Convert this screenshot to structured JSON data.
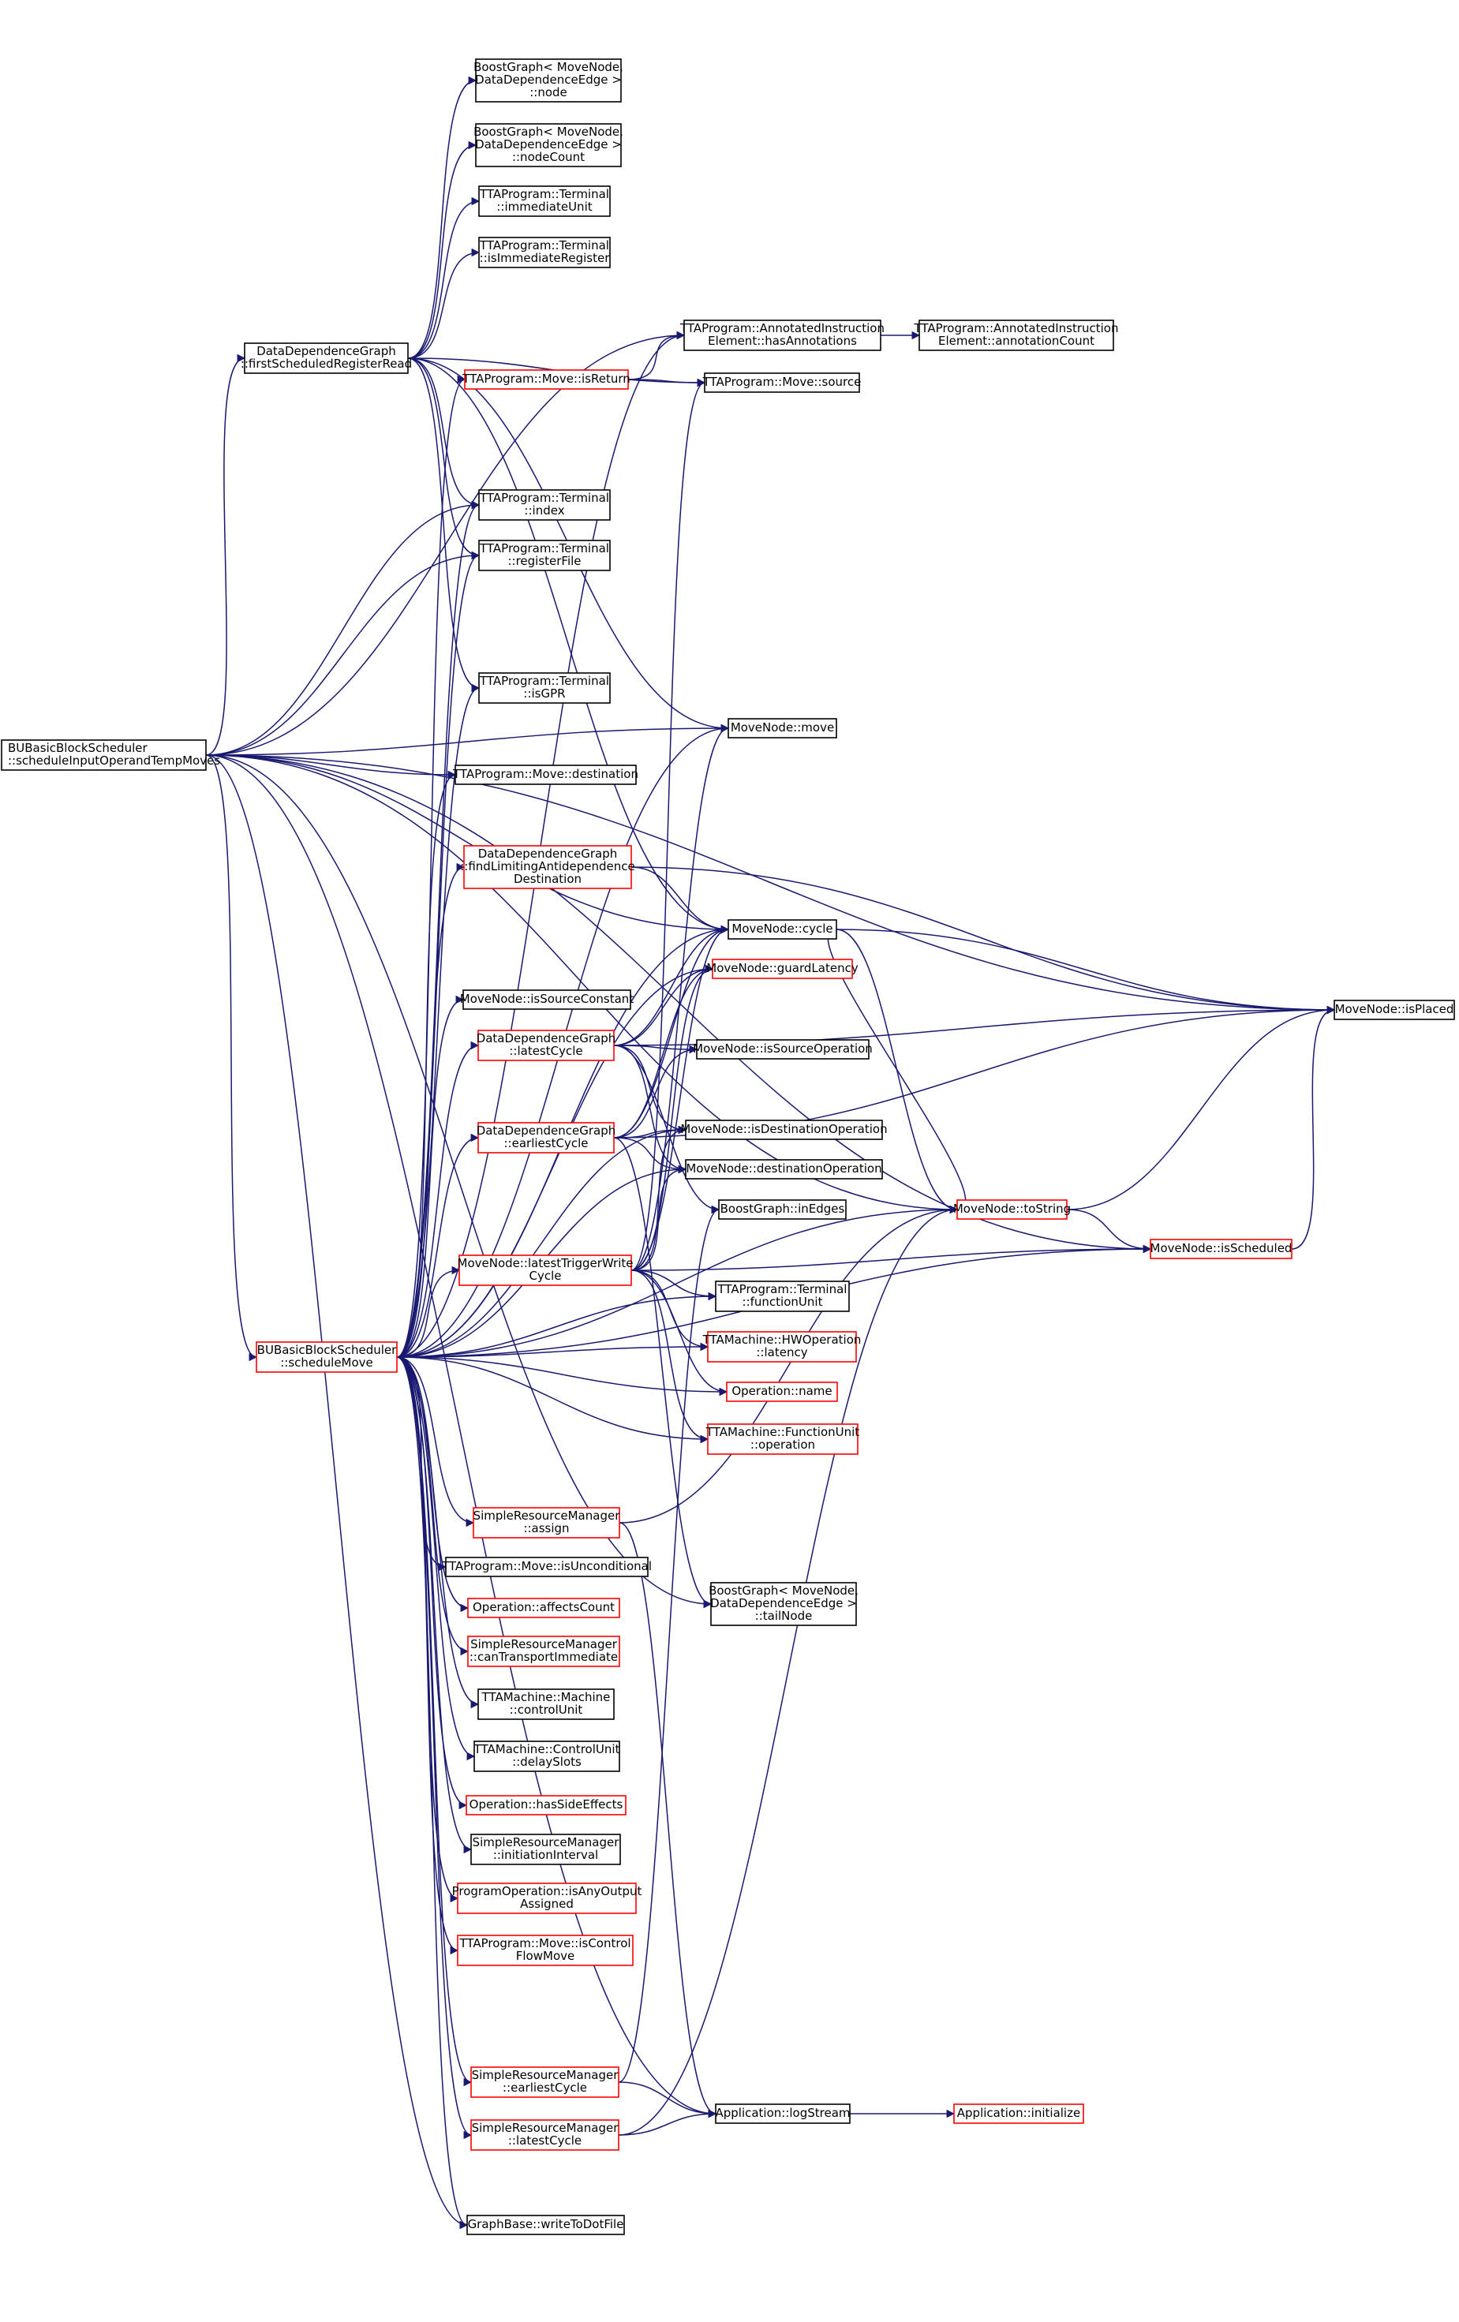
{
  "colors": {
    "edge": "#191970",
    "border_normal": "#000000",
    "border_red": "#ff0000",
    "root_fill": "#bfbfbf",
    "node_fill": "#ffffff",
    "text": "#000000"
  },
  "nodes": [
    {
      "id": "root",
      "lines": [
        "BUBasicBlockScheduler",
        "::scheduleInputOperandTempMoves"
      ],
      "style": "root"
    },
    {
      "id": "bg_node",
      "lines": [
        "BoostGraph< MoveNode,",
        "DataDependenceEdge >",
        "::node"
      ],
      "style": "normal"
    },
    {
      "id": "bg_nodecount",
      "lines": [
        "BoostGraph< MoveNode,",
        "DataDependenceEdge >",
        "::nodeCount"
      ],
      "style": "normal"
    },
    {
      "id": "term_immunit",
      "lines": [
        "TTAProgram::Terminal",
        "::immediateUnit"
      ],
      "style": "normal"
    },
    {
      "id": "term_isimmreg",
      "lines": [
        "TTAProgram::Terminal",
        "::isImmediateRegister"
      ],
      "style": "normal"
    },
    {
      "id": "ddg_firstsched",
      "lines": [
        "DataDependenceGraph",
        "::firstScheduledRegisterRead"
      ],
      "style": "normal"
    },
    {
      "id": "aie_hasann",
      "lines": [
        "TTAProgram::AnnotatedInstruction",
        "Element::hasAnnotations"
      ],
      "style": "normal"
    },
    {
      "id": "aie_anncount",
      "lines": [
        "TTAProgram::AnnotatedInstruction",
        "Element::annotationCount"
      ],
      "style": "normal"
    },
    {
      "id": "move_isreturn",
      "lines": [
        "TTAProgram::Move::isReturn"
      ],
      "style": "red"
    },
    {
      "id": "move_source",
      "lines": [
        "TTAProgram::Move::source"
      ],
      "style": "normal"
    },
    {
      "id": "term_index",
      "lines": [
        "TTAProgram::Terminal",
        "::index"
      ],
      "style": "normal"
    },
    {
      "id": "term_regfile",
      "lines": [
        "TTAProgram::Terminal",
        "::registerFile"
      ],
      "style": "normal"
    },
    {
      "id": "term_isgpr",
      "lines": [
        "TTAProgram::Terminal",
        "::isGPR"
      ],
      "style": "normal"
    },
    {
      "id": "mn_move",
      "lines": [
        "MoveNode::move"
      ],
      "style": "normal"
    },
    {
      "id": "move_destination",
      "lines": [
        "TTAProgram::Move::destination"
      ],
      "style": "normal"
    },
    {
      "id": "ddg_findlimiting",
      "lines": [
        "DataDependenceGraph",
        "::findLimitingAntidependence",
        "Destination"
      ],
      "style": "red"
    },
    {
      "id": "mn_cycle",
      "lines": [
        "MoveNode::cycle"
      ],
      "style": "normal"
    },
    {
      "id": "mn_guardlatency",
      "lines": [
        "MoveNode::guardLatency"
      ],
      "style": "red"
    },
    {
      "id": "mn_issourceconst",
      "lines": [
        "MoveNode::isSourceConstant"
      ],
      "style": "normal"
    },
    {
      "id": "mn_isplaced",
      "lines": [
        "MoveNode::isPlaced"
      ],
      "style": "normal"
    },
    {
      "id": "ddg_latestcycle",
      "lines": [
        "DataDependenceGraph",
        "::latestCycle"
      ],
      "style": "red"
    },
    {
      "id": "mn_issourceop",
      "lines": [
        "MoveNode::isSourceOperation"
      ],
      "style": "normal"
    },
    {
      "id": "ddg_earliestcycle",
      "lines": [
        "DataDependenceGraph",
        "::earliestCycle"
      ],
      "style": "red"
    },
    {
      "id": "mn_isdestop",
      "lines": [
        "MoveNode::isDestinationOperation"
      ],
      "style": "normal"
    },
    {
      "id": "mn_destop",
      "lines": [
        "MoveNode::destinationOperation"
      ],
      "style": "normal"
    },
    {
      "id": "bg_inedges",
      "lines": [
        "BoostGraph::inEdges"
      ],
      "style": "normal"
    },
    {
      "id": "mn_tostring",
      "lines": [
        "MoveNode::toString"
      ],
      "style": "red"
    },
    {
      "id": "mn_latesttrigger",
      "lines": [
        "MoveNode::latestTriggerWrite",
        "Cycle"
      ],
      "style": "red"
    },
    {
      "id": "mn_isscheduled",
      "lines": [
        "MoveNode::isScheduled"
      ],
      "style": "red"
    },
    {
      "id": "term_funcunit",
      "lines": [
        "TTAProgram::Terminal",
        "::functionUnit"
      ],
      "style": "normal"
    },
    {
      "id": "bubs_schedmove",
      "lines": [
        "BUBasicBlockScheduler",
        "::scheduleMove"
      ],
      "style": "red"
    },
    {
      "id": "hwop_latency",
      "lines": [
        "TTAMachine::HWOperation",
        "::latency"
      ],
      "style": "red"
    },
    {
      "id": "op_name",
      "lines": [
        "Operation::name"
      ],
      "style": "red"
    },
    {
      "id": "fu_operation",
      "lines": [
        "TTAMachine::FunctionUnit",
        "::operation"
      ],
      "style": "red"
    },
    {
      "id": "srm_assign",
      "lines": [
        "SimpleResourceManager",
        "::assign"
      ],
      "style": "red"
    },
    {
      "id": "move_isuncond",
      "lines": [
        "TTAProgram::Move::isUnconditional"
      ],
      "style": "normal"
    },
    {
      "id": "bg_tailnode",
      "lines": [
        "BoostGraph< MoveNode,",
        "DataDependenceEdge >",
        "::tailNode"
      ],
      "style": "normal"
    },
    {
      "id": "op_affectscount",
      "lines": [
        "Operation::affectsCount"
      ],
      "style": "red"
    },
    {
      "id": "srm_cantransport",
      "lines": [
        "SimpleResourceManager",
        "::canTransportImmediate"
      ],
      "style": "red"
    },
    {
      "id": "mach_controlunit",
      "lines": [
        "TTAMachine::Machine",
        "::controlUnit"
      ],
      "style": "normal"
    },
    {
      "id": "cu_delayslots",
      "lines": [
        "TTAMachine::ControlUnit",
        "::delaySlots"
      ],
      "style": "normal"
    },
    {
      "id": "op_hassideeffects",
      "lines": [
        "Operation::hasSideEffects"
      ],
      "style": "red"
    },
    {
      "id": "srm_initinterval",
      "lines": [
        "SimpleResourceManager",
        "::initiationInterval"
      ],
      "style": "normal"
    },
    {
      "id": "progop_isanyoutput",
      "lines": [
        "ProgramOperation::isAnyOutput",
        "Assigned"
      ],
      "style": "red"
    },
    {
      "id": "move_isctrlflow",
      "lines": [
        "TTAProgram::Move::isControl",
        "FlowMove"
      ],
      "style": "red"
    },
    {
      "id": "srm_earliestcycle",
      "lines": [
        "SimpleResourceManager",
        "::earliestCycle"
      ],
      "style": "red"
    },
    {
      "id": "app_logstream",
      "lines": [
        "Application::logStream"
      ],
      "style": "normal"
    },
    {
      "id": "app_initialize",
      "lines": [
        "Application::initialize"
      ],
      "style": "red"
    },
    {
      "id": "srm_latestcycle",
      "lines": [
        "SimpleResourceManager",
        "::latestCycle"
      ],
      "style": "red"
    },
    {
      "id": "gb_writetodot",
      "lines": [
        "GraphBase::writeToDotFile"
      ],
      "style": "normal"
    }
  ],
  "edges": [
    [
      "root",
      "ddg_firstsched"
    ],
    [
      "root",
      "aie_hasann"
    ],
    [
      "root",
      "mn_isplaced"
    ],
    [
      "root",
      "term_index"
    ],
    [
      "root",
      "term_regfile"
    ],
    [
      "root",
      "mn_move"
    ],
    [
      "root",
      "mn_cycle"
    ],
    [
      "root",
      "move_destination"
    ],
    [
      "root",
      "mn_tostring"
    ],
    [
      "root",
      "bubs_schedmove"
    ],
    [
      "root",
      "bg_tailnode"
    ],
    [
      "root",
      "app_logstream"
    ],
    [
      "root",
      "mn_isscheduled"
    ],
    [
      "root",
      "gb_writetodot"
    ],
    [
      "ddg_firstsched",
      "bg_node"
    ],
    [
      "ddg_firstsched",
      "bg_nodecount"
    ],
    [
      "ddg_firstsched",
      "term_immunit"
    ],
    [
      "ddg_firstsched",
      "term_isimmreg"
    ],
    [
      "ddg_firstsched",
      "move_source"
    ],
    [
      "ddg_firstsched",
      "term_index"
    ],
    [
      "ddg_firstsched",
      "term_regfile"
    ],
    [
      "ddg_firstsched",
      "term_isgpr"
    ],
    [
      "ddg_firstsched",
      "mn_move"
    ],
    [
      "ddg_firstsched",
      "mn_cycle"
    ],
    [
      "aie_hasann",
      "aie_anncount"
    ],
    [
      "move_isreturn",
      "aie_hasann"
    ],
    [
      "move_isreturn",
      "move_source"
    ],
    [
      "ddg_findlimiting",
      "mn_cycle"
    ],
    [
      "ddg_findlimiting",
      "mn_isplaced"
    ],
    [
      "mn_cycle",
      "mn_isplaced"
    ],
    [
      "mn_cycle",
      "mn_tostring"
    ],
    [
      "ddg_latestcycle",
      "mn_cycle"
    ],
    [
      "ddg_latestcycle",
      "mn_guardlatency"
    ],
    [
      "ddg_latestcycle",
      "mn_isplaced"
    ],
    [
      "ddg_latestcycle",
      "mn_issourceop"
    ],
    [
      "ddg_latestcycle",
      "mn_isdestop"
    ],
    [
      "ddg_latestcycle",
      "mn_destop"
    ],
    [
      "ddg_latestcycle",
      "bg_inedges"
    ],
    [
      "ddg_earliestcycle",
      "mn_cycle"
    ],
    [
      "ddg_earliestcycle",
      "mn_guardlatency"
    ],
    [
      "ddg_earliestcycle",
      "mn_isplaced"
    ],
    [
      "ddg_earliestcycle",
      "mn_issourceop"
    ],
    [
      "ddg_earliestcycle",
      "mn_isdestop"
    ],
    [
      "ddg_earliestcycle",
      "mn_destop"
    ],
    [
      "ddg_earliestcycle",
      "bg_tailnode"
    ],
    [
      "mn_latesttrigger",
      "mn_move"
    ],
    [
      "mn_latesttrigger",
      "mn_cycle"
    ],
    [
      "mn_latesttrigger",
      "mn_isdestop"
    ],
    [
      "mn_latesttrigger",
      "mn_destop"
    ],
    [
      "mn_latesttrigger",
      "mn_isscheduled"
    ],
    [
      "mn_latesttrigger",
      "term_funcunit"
    ],
    [
      "mn_latesttrigger",
      "hwop_latency"
    ],
    [
      "mn_latesttrigger",
      "op_name"
    ],
    [
      "mn_latesttrigger",
      "fu_operation"
    ],
    [
      "mn_latesttrigger",
      "move_source"
    ],
    [
      "mn_latesttrigger",
      "mn_guardlatency"
    ],
    [
      "mn_tostring",
      "mn_isplaced"
    ],
    [
      "mn_tostring",
      "mn_isscheduled"
    ],
    [
      "mn_tostring",
      "mn_cycle"
    ],
    [
      "mn_isscheduled",
      "mn_isplaced"
    ],
    [
      "bubs_schedmove",
      "move_isreturn"
    ],
    [
      "bubs_schedmove",
      "aie_hasann"
    ],
    [
      "bubs_schedmove",
      "term_isgpr"
    ],
    [
      "bubs_schedmove",
      "move_destination"
    ],
    [
      "bubs_schedmove",
      "ddg_findlimiting"
    ],
    [
      "bubs_schedmove",
      "mn_move"
    ],
    [
      "bubs_schedmove",
      "mn_cycle"
    ],
    [
      "bubs_schedmove",
      "mn_guardlatency"
    ],
    [
      "bubs_schedmove",
      "mn_issourceconst"
    ],
    [
      "bubs_schedmove",
      "ddg_latestcycle"
    ],
    [
      "bubs_schedmove",
      "ddg_earliestcycle"
    ],
    [
      "bubs_schedmove",
      "mn_isdestop"
    ],
    [
      "bubs_schedmove",
      "mn_destop"
    ],
    [
      "bubs_schedmove",
      "mn_latesttrigger"
    ],
    [
      "bubs_schedmove",
      "term_funcunit"
    ],
    [
      "bubs_schedmove",
      "hwop_latency"
    ],
    [
      "bubs_schedmove",
      "op_name"
    ],
    [
      "bubs_schedmove",
      "fu_operation"
    ],
    [
      "bubs_schedmove",
      "mn_tostring"
    ],
    [
      "bubs_schedmove",
      "srm_assign"
    ],
    [
      "bubs_schedmove",
      "move_isuncond"
    ],
    [
      "bubs_schedmove",
      "op_affectscount"
    ],
    [
      "bubs_schedmove",
      "srm_cantransport"
    ],
    [
      "bubs_schedmove",
      "mach_controlunit"
    ],
    [
      "bubs_schedmove",
      "cu_delayslots"
    ],
    [
      "bubs_schedmove",
      "op_hassideeffects"
    ],
    [
      "bubs_schedmove",
      "srm_initinterval"
    ],
    [
      "bubs_schedmove",
      "progop_isanyoutput"
    ],
    [
      "bubs_schedmove",
      "move_isctrlflow"
    ],
    [
      "bubs_schedmove",
      "srm_earliestcycle"
    ],
    [
      "bubs_schedmove",
      "srm_latestcycle"
    ],
    [
      "bubs_schedmove",
      "gb_writetodot"
    ],
    [
      "bubs_schedmove",
      "mn_isscheduled"
    ],
    [
      "bubs_schedmove",
      "term_index"
    ],
    [
      "bubs_schedmove",
      "term_regfile"
    ],
    [
      "srm_assign",
      "mn_tostring"
    ],
    [
      "srm_assign",
      "app_logstream"
    ],
    [
      "srm_earliestcycle",
      "bg_inedges"
    ],
    [
      "srm_earliestcycle",
      "app_logstream"
    ],
    [
      "srm_latestcycle",
      "mn_tostring"
    ],
    [
      "srm_latestcycle",
      "app_logstream"
    ],
    [
      "app_logstream",
      "app_initialize"
    ]
  ]
}
